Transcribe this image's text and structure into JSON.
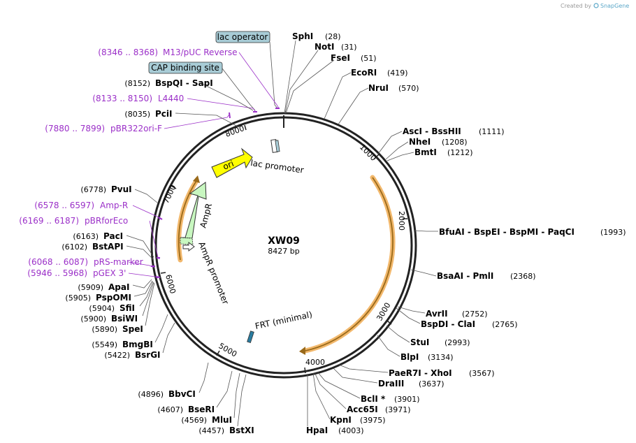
{
  "plasmid": {
    "name": "XW09",
    "length": "8427 bp"
  },
  "credit": {
    "prefix": "Created by",
    "brand": "SnapGene"
  },
  "ticks": [
    "1000",
    "2000",
    "3000",
    "4000",
    "5000",
    "6000",
    "7000",
    "8000"
  ],
  "sites": [
    {
      "name": "SphI",
      "pos": "(28)"
    },
    {
      "name": "NotI",
      "pos": "(31)"
    },
    {
      "name": "FseI",
      "pos": "(51)"
    },
    {
      "name": "EcoRI",
      "pos": "(419)"
    },
    {
      "name": "NruI",
      "pos": "(570)"
    },
    {
      "name": "AscI - BssHII",
      "pos": "(1111)"
    },
    {
      "name": "NheI",
      "pos": "(1208)"
    },
    {
      "name": "BmtI",
      "pos": "(1212)"
    },
    {
      "name": "BfuAI - BspEI - BspMI - PaqCI",
      "pos": "(1993)"
    },
    {
      "name": "BsaAI - PmlI",
      "pos": "(2368)"
    },
    {
      "name": "AvrII",
      "pos": "(2752)"
    },
    {
      "name": "BspDI - ClaI",
      "pos": "(2765)"
    },
    {
      "name": "StuI",
      "pos": "(2993)"
    },
    {
      "name": "BlpI",
      "pos": "(3134)"
    },
    {
      "name": "PaeR7I - XhoI",
      "pos": "(3567)"
    },
    {
      "name": "DraIII",
      "pos": "(3637)"
    },
    {
      "name": "BclI *",
      "pos": "(3901)"
    },
    {
      "name": "Acc65I",
      "pos": "(3971)"
    },
    {
      "name": "KpnI",
      "pos": "(3975)"
    },
    {
      "name": "HpaI",
      "pos": "(4003)"
    },
    {
      "name": "BstXI",
      "pos": "(4457)"
    },
    {
      "name": "MluI",
      "pos": "(4569)"
    },
    {
      "name": "BseRI",
      "pos": "(4607)"
    },
    {
      "name": "BbvCI",
      "pos": "(4896)"
    },
    {
      "name": "BsrGI",
      "pos": "(5422)"
    },
    {
      "name": "BmgBI",
      "pos": "(5549)"
    },
    {
      "name": "SpeI",
      "pos": "(5890)"
    },
    {
      "name": "BsiWI",
      "pos": "(5900)"
    },
    {
      "name": "SfiI",
      "pos": "(5904)"
    },
    {
      "name": "PspOMI",
      "pos": "(5905)"
    },
    {
      "name": "ApaI",
      "pos": "(5909)"
    },
    {
      "name": "BstAPI",
      "pos": "(6102)"
    },
    {
      "name": "PacI",
      "pos": "(6163)"
    },
    {
      "name": "PvuI",
      "pos": "(6778)"
    },
    {
      "name": "PciI",
      "pos": "(8035)"
    },
    {
      "name": "BspQI - SapI",
      "pos": "(8152)"
    }
  ],
  "primers": [
    {
      "range": "(8346 .. 8368)",
      "name": "M13/pUC Reverse"
    },
    {
      "range": "(8133 .. 8150)",
      "name": "L4440"
    },
    {
      "range": "(7880 .. 7899)",
      "name": "pBR322ori-F"
    },
    {
      "range": "(6578 .. 6597)",
      "name": "Amp-R"
    },
    {
      "range": "(6169 .. 6187)",
      "name": "pBRforEco"
    },
    {
      "range": "(6068 .. 6087)",
      "name": "pRS-marker"
    },
    {
      "range": "(5946 .. 5968)",
      "name": "pGEX 3'"
    }
  ],
  "boxed_features": [
    "lac operator",
    "CAP binding site"
  ],
  "features": [
    "ori",
    "lac promoter",
    "AmpR",
    "AmpR promoter",
    "FRT (minimal)"
  ],
  "colors": {
    "primer": "#9b30c8",
    "boxed_feature_fill": "#a8ccd6",
    "ori_fill": "#ffff00",
    "ampr_fill": "#c8f7c0",
    "orf_outline": "#f2b86c",
    "orf_arrow": "#9a6a1a",
    "promoter_fill": "#ffffff",
    "frt_fill": "#2a7ca0",
    "backbone": "#222222"
  }
}
